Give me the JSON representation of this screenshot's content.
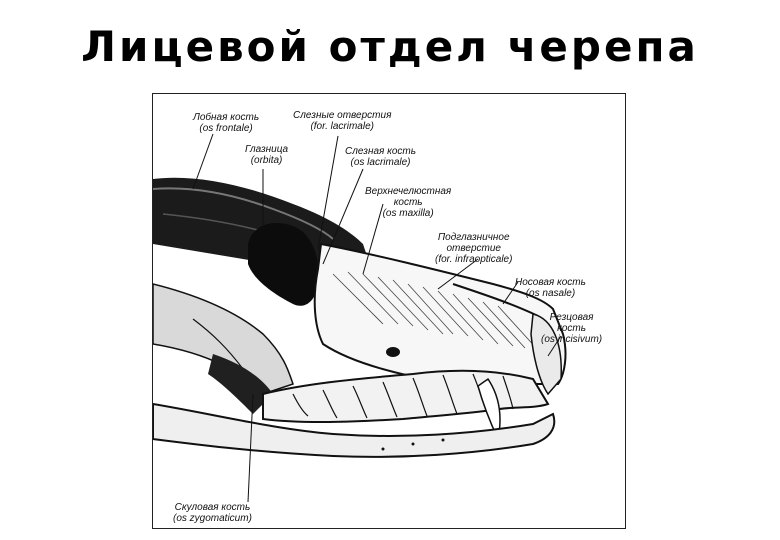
{
  "title": "Лицевой отдел черепа",
  "labels": {
    "frontal": {
      "name": "Лобная кость",
      "latin": "(os frontale)"
    },
    "lacrimal_foramina": {
      "name": "Слезные отверстия",
      "latin": "(for. lacrimale)"
    },
    "orbit": {
      "name": "Глазница",
      "latin": "(orbita)"
    },
    "lacrimal_bone": {
      "name": "Слезная кость",
      "latin": "(os lacrimale)"
    },
    "maxilla": {
      "line1": "Верхнечелюстная",
      "line2": "кость",
      "latin": "(os maxilla)"
    },
    "infraorbital": {
      "line1": "Подглазничное",
      "line2": "отверстие",
      "latin": "(for. infraopticale)"
    },
    "nasal": {
      "name": "Носовая кость",
      "latin": "(os nasale)"
    },
    "incisive": {
      "line1": "Резцовая",
      "line2": "кость",
      "latin": "(os incisivum)"
    },
    "zygomatic": {
      "name": "Скуловая кость",
      "latin": "(os zygomaticum)"
    }
  }
}
